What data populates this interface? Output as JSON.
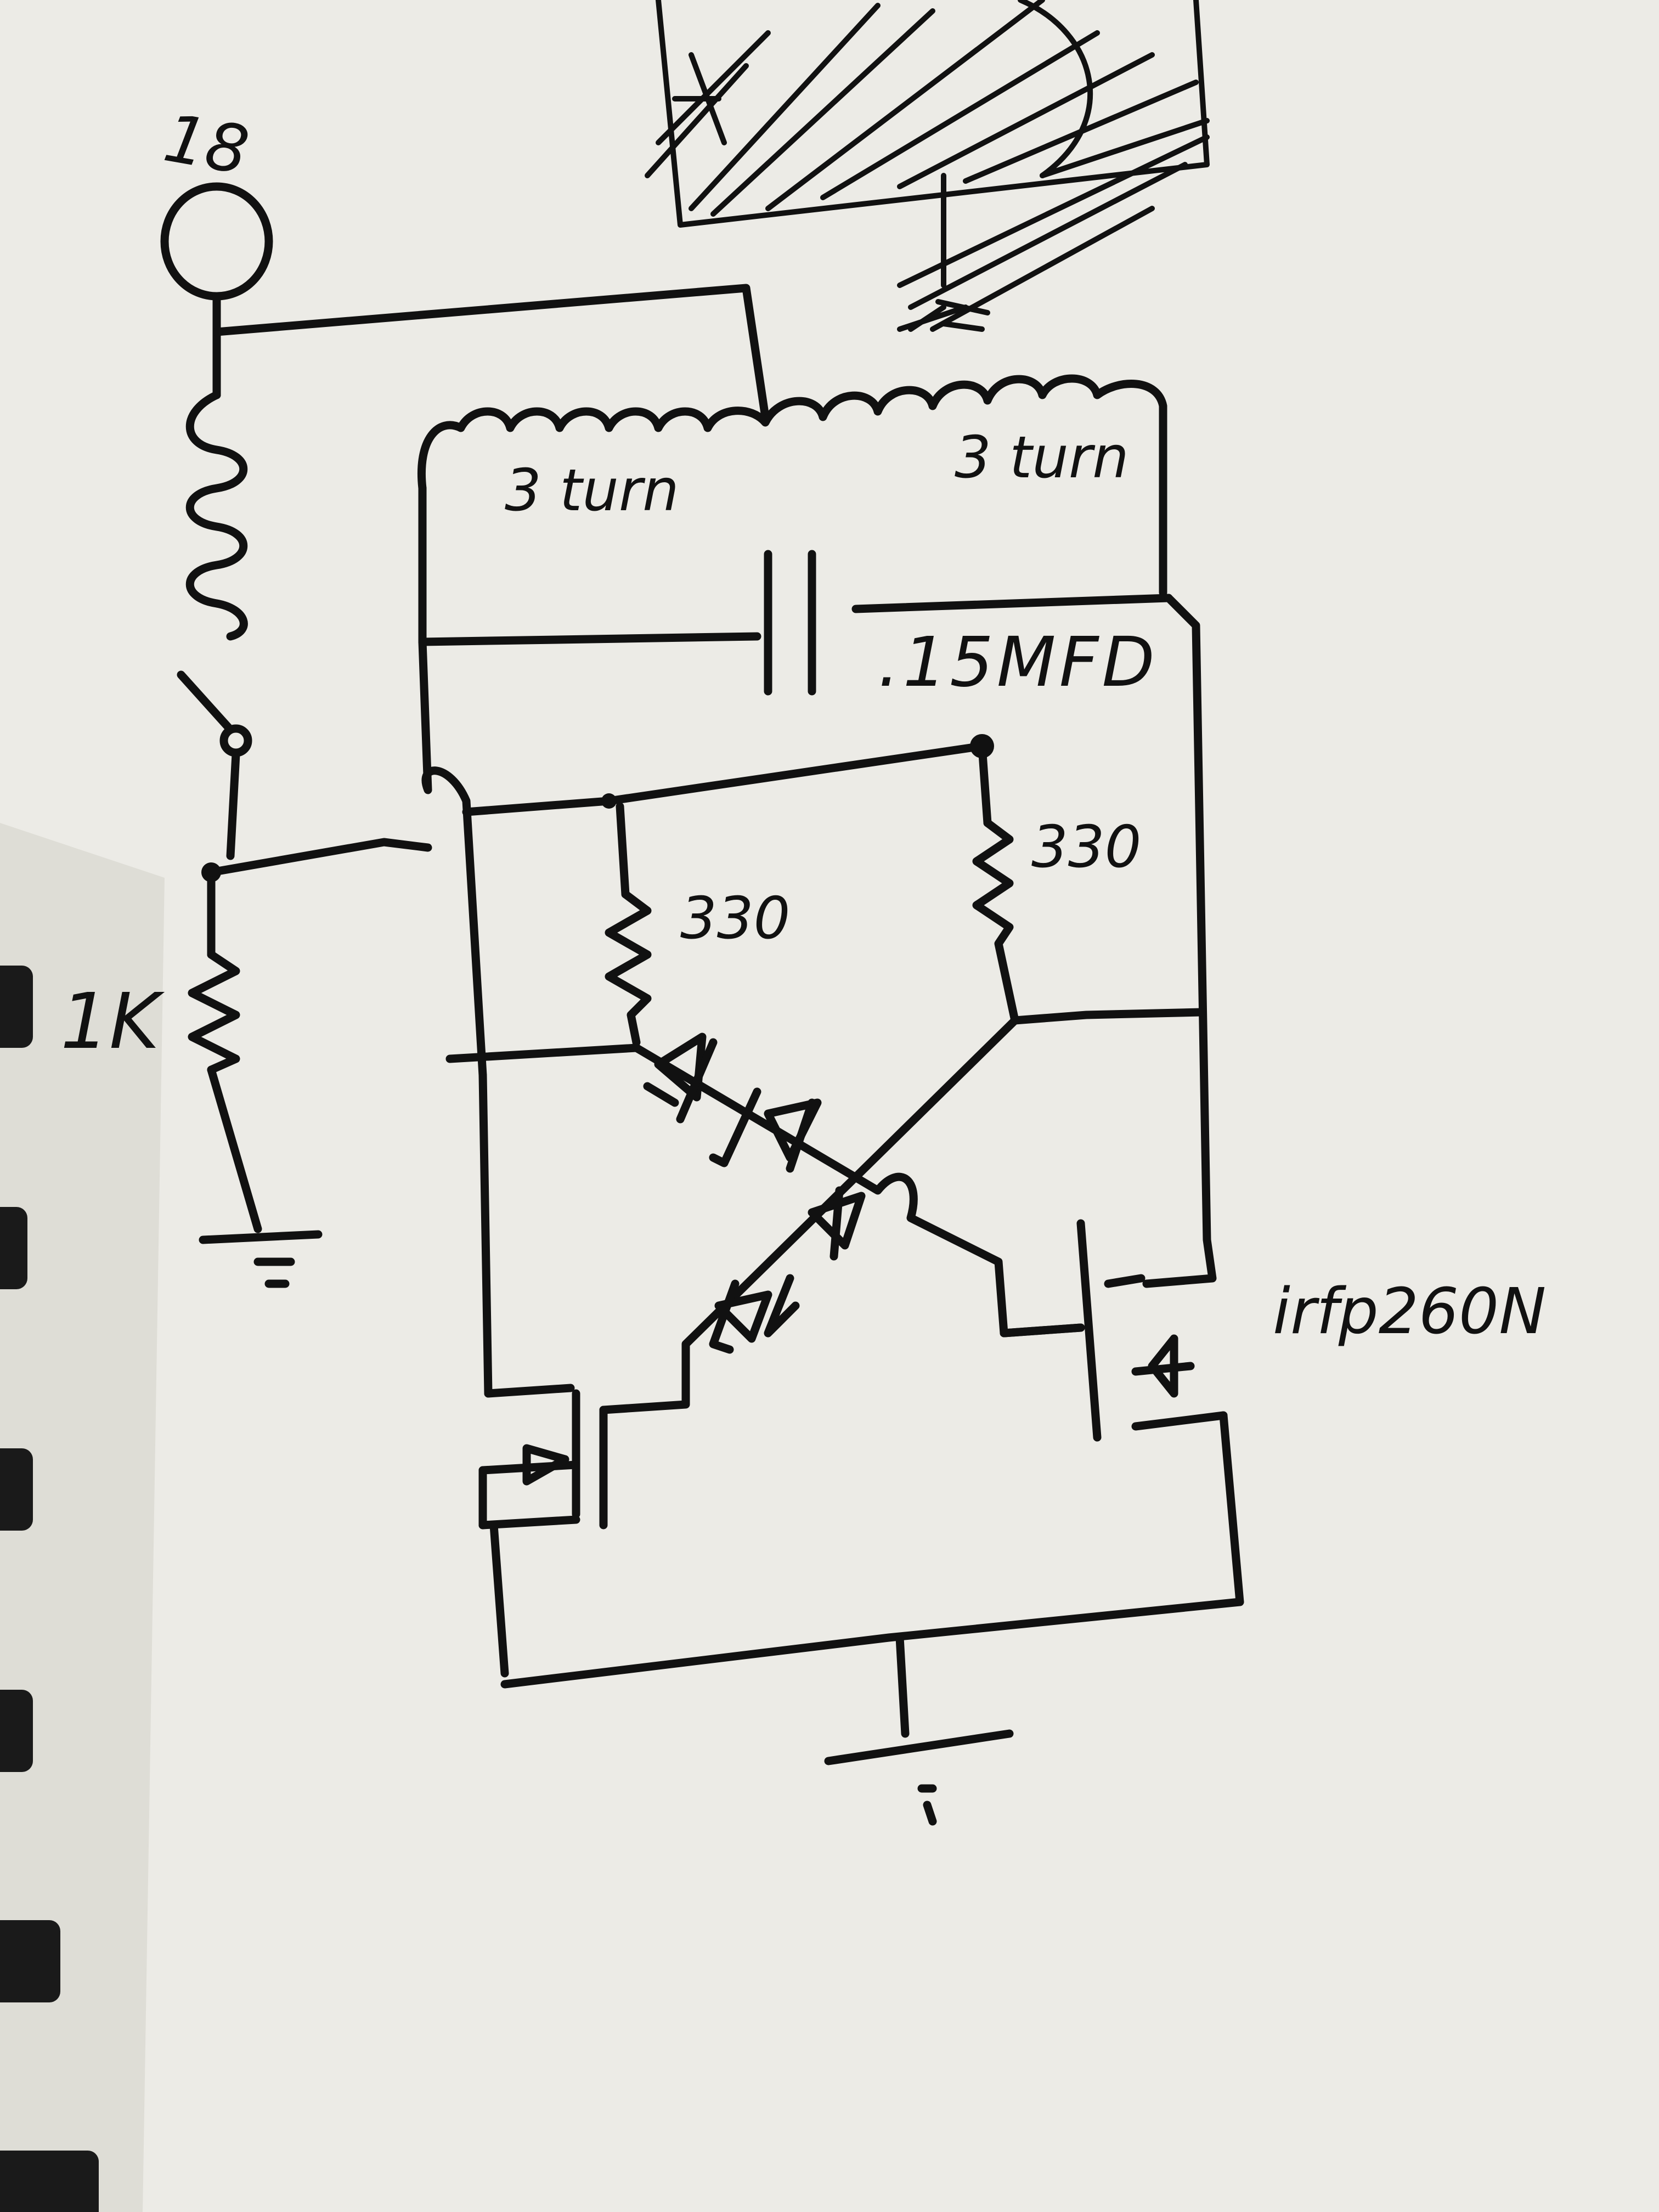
{
  "labels": {
    "supply_voltage": "18",
    "primary_turns_left": "3 turn",
    "primary_turns_right": "3 turn",
    "tank_capacitor": ".15MFD",
    "gate_resistor_left": "330",
    "gate_resistor_right": "330",
    "pulldown_resistor": "1K",
    "mosfet_part": "irfp260N"
  },
  "colors": {
    "paper": "#e9e7e2",
    "ink": "#111111",
    "shadow": "#cfccc5",
    "binding": "#1a1a1a"
  }
}
